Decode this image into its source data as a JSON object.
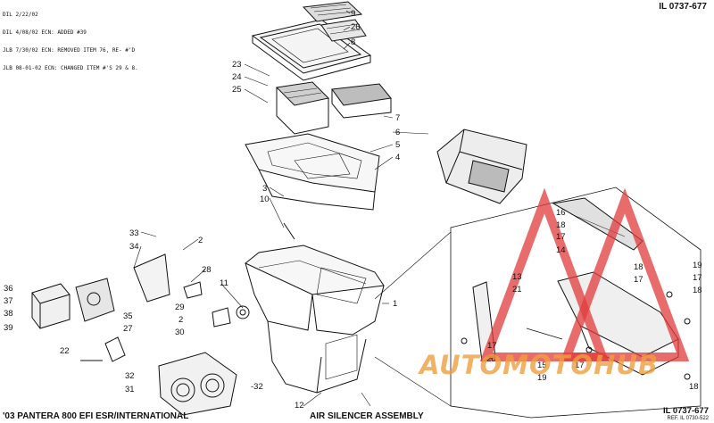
{
  "header": {
    "revision_lines": [
      "DIL 2/22/02",
      "DIL 4/08/02 ECN: ADDED #39",
      "JLB 7/30/02 ECN: REMOVED ITEM 76, RE- #'D",
      "JLB 08-01-02 ECN: CHANGED ITEM #'S 29 & 8."
    ],
    "id_top": "IL 0737-677",
    "id_bottom": "IL 0737-677",
    "ref": "REF. IL 0730-522"
  },
  "footer": {
    "model": "'03 PANTERA 800 EFI ESR/INTERNATIONAL",
    "assembly": "AIR SILENCER ASSEMBLY"
  },
  "watermark": {
    "brand": "AUTOMOTOHUB",
    "colors": {
      "triangle": "#e23b3b",
      "text": "#f0a040"
    }
  },
  "callouts": [
    {
      "id": "c9",
      "text": "9"
    },
    {
      "id": "c26",
      "text": "26"
    },
    {
      "id": "c8",
      "text": "8"
    },
    {
      "id": "c23",
      "text": "23"
    },
    {
      "id": "c24",
      "text": "24"
    },
    {
      "id": "c25",
      "text": "25"
    },
    {
      "id": "c7",
      "text": "7"
    },
    {
      "id": "c6",
      "text": "6"
    },
    {
      "id": "c5",
      "text": "5"
    },
    {
      "id": "c4",
      "text": "4"
    },
    {
      "id": "c3",
      "text": "3"
    },
    {
      "id": "c10",
      "text": "10"
    },
    {
      "id": "c33",
      "text": "33"
    },
    {
      "id": "c34",
      "text": "34"
    },
    {
      "id": "c2a",
      "text": "2"
    },
    {
      "id": "c28",
      "text": "28"
    },
    {
      "id": "c36",
      "text": "36"
    },
    {
      "id": "c37",
      "text": "37"
    },
    {
      "id": "c38",
      "text": "38"
    },
    {
      "id": "c39",
      "text": "39"
    },
    {
      "id": "c35",
      "text": "35"
    },
    {
      "id": "c11",
      "text": "11"
    },
    {
      "id": "c29",
      "text": "29"
    },
    {
      "id": "c2b",
      "text": "2"
    },
    {
      "id": "c30",
      "text": "30"
    },
    {
      "id": "c27",
      "text": "27"
    },
    {
      "id": "c22",
      "text": "22"
    },
    {
      "id": "c32a",
      "text": "32"
    },
    {
      "id": "c31",
      "text": "31"
    },
    {
      "id": "c32b",
      "text": "-32"
    },
    {
      "id": "c12",
      "text": "12"
    },
    {
      "id": "c1",
      "text": "1"
    },
    {
      "id": "c16",
      "text": "16"
    },
    {
      "id": "c18a",
      "text": "18"
    },
    {
      "id": "c17a",
      "text": "17"
    },
    {
      "id": "c14",
      "text": "14"
    },
    {
      "id": "c13",
      "text": "13"
    },
    {
      "id": "c21",
      "text": "21"
    },
    {
      "id": "c18b",
      "text": "18"
    },
    {
      "id": "c17b",
      "text": "17"
    },
    {
      "id": "c19a",
      "text": "19"
    },
    {
      "id": "c17c",
      "text": "17"
    },
    {
      "id": "c18c",
      "text": "18"
    },
    {
      "id": "c17d",
      "text": "17"
    },
    {
      "id": "c20",
      "text": "20"
    },
    {
      "id": "c15",
      "text": "15"
    },
    {
      "id": "c17e",
      "text": "17"
    },
    {
      "id": "c19b",
      "text": "19"
    },
    {
      "id": "c18d",
      "text": "18"
    }
  ]
}
